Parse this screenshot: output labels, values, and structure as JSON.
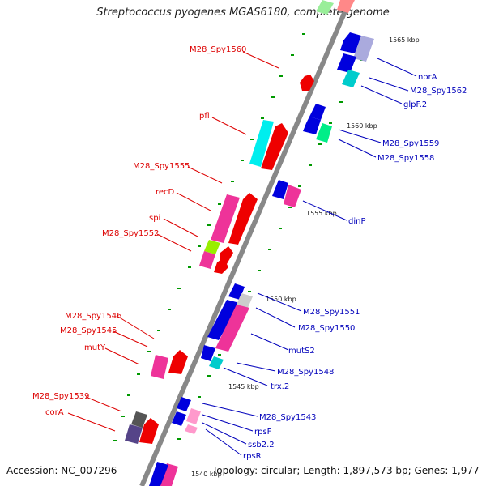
{
  "title": "Streptococcus pyogenes MGAS6180, complete genome",
  "accession": "Accession: NC_007296",
  "topology": "Topology: circular; Length: 1,897,573 bp; Genes: 1,977",
  "kbp_labels": [
    "1565 kbp",
    "1560 kbp",
    "1555 kbp",
    "1550 kbp",
    "1545 kbp",
    "1540 kbp"
  ],
  "left_genes": [
    "M28_Spy1560",
    "pfl",
    "M28_Spy1555",
    "recD",
    "spi",
    "M28_Spy1552",
    "M28_Spy1546",
    "M28_Spy1545",
    "mutY",
    "M28_Spy1539",
    "corA"
  ],
  "right_genes": [
    "norA",
    "M28_Spy1562",
    "glpF.2",
    "M28_Spy1559",
    "M28_Spy1558",
    "dinP",
    "M28_Spy1551",
    "M28_Spy1550",
    "mutS2",
    "M28_Spy1548",
    "trx.2",
    "M28_Spy1543",
    "rpsF",
    "ssb2.2",
    "rpsR"
  ],
  "colors": {
    "forward_label": "#dd0000",
    "reverse_label": "#0000bb",
    "backbone": "#888888",
    "tick": "#009900"
  }
}
